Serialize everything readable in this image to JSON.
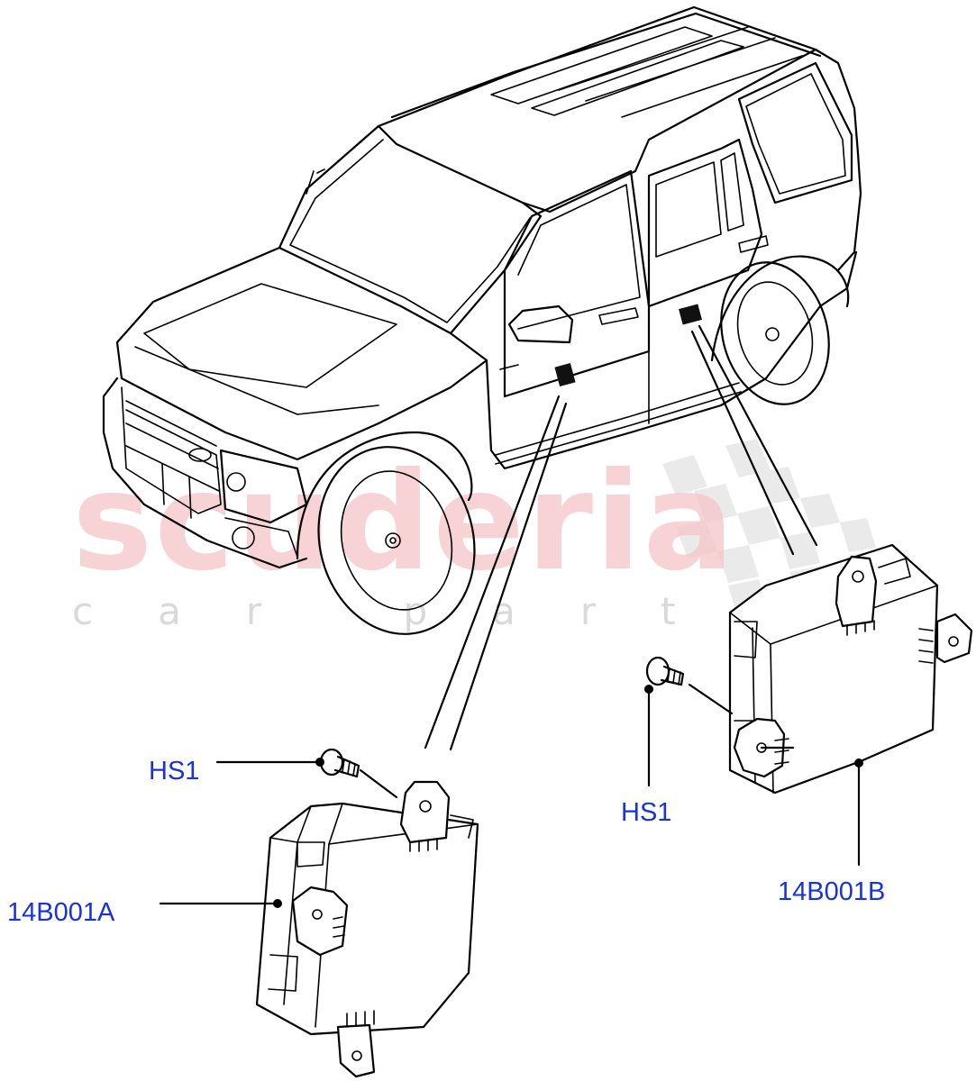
{
  "watermark": {
    "brand": "scuderia",
    "tagline": "car parts"
  },
  "callouts": {
    "hs1_left": "HS1",
    "hs1_right": "HS1",
    "module_a": "14B001A",
    "module_b": "14B001B"
  },
  "colors": {
    "callout_text": "#1a33d6",
    "watermark_main": "#f6c5c8",
    "watermark_sub": "#d9d9d9",
    "line_art": "#000000"
  },
  "icons": {
    "vehicle": "suv-illustration-icon",
    "module": "control-module-icon",
    "screw": "self-tapping-screw-icon",
    "flag": "checkered-flag-icon"
  }
}
